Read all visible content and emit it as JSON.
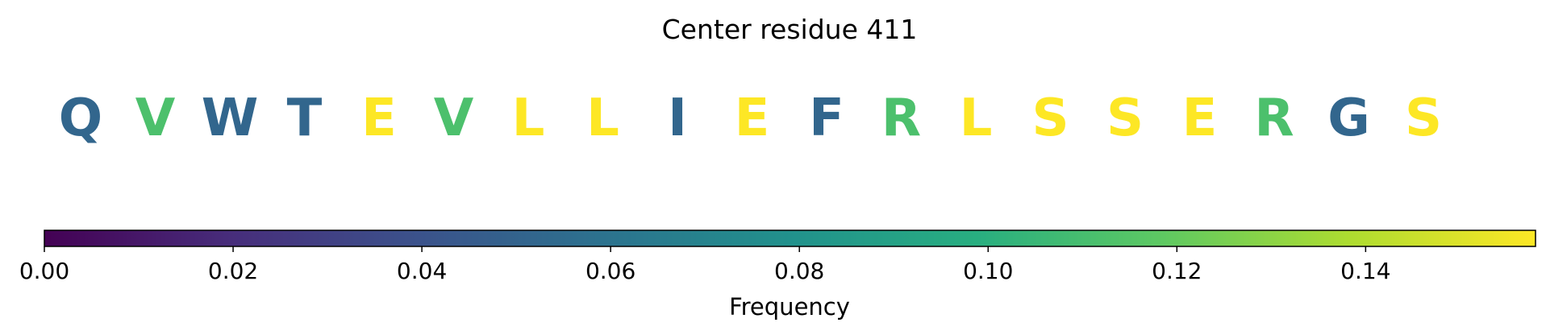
{
  "chart_data": {
    "type": "sequence-logo",
    "title": "Center residue 411",
    "residues": [
      {
        "letter": "Q",
        "frequency": 0.052
      },
      {
        "letter": "V",
        "frequency": 0.112
      },
      {
        "letter": "W",
        "frequency": 0.052
      },
      {
        "letter": "T",
        "frequency": 0.052
      },
      {
        "letter": "E",
        "frequency": 0.158
      },
      {
        "letter": "V",
        "frequency": 0.112
      },
      {
        "letter": "L",
        "frequency": 0.158
      },
      {
        "letter": "L",
        "frequency": 0.158
      },
      {
        "letter": "I",
        "frequency": 0.052
      },
      {
        "letter": "E",
        "frequency": 0.158
      },
      {
        "letter": "F",
        "frequency": 0.052
      },
      {
        "letter": "R",
        "frequency": 0.112
      },
      {
        "letter": "L",
        "frequency": 0.158
      },
      {
        "letter": "S",
        "frequency": 0.158
      },
      {
        "letter": "S",
        "frequency": 0.158
      },
      {
        "letter": "E",
        "frequency": 0.158
      },
      {
        "letter": "R",
        "frequency": 0.112
      },
      {
        "letter": "G",
        "frequency": 0.052
      },
      {
        "letter": "S",
        "frequency": 0.158
      }
    ],
    "colorbar": {
      "colormap": "viridis",
      "range": [
        0,
        0.158
      ],
      "ticks": [
        0.0,
        0.02,
        0.04,
        0.06,
        0.08,
        0.1,
        0.12,
        0.14
      ],
      "tick_labels": [
        "0.00",
        "0.02",
        "0.04",
        "0.06",
        "0.08",
        "0.10",
        "0.12",
        "0.14"
      ],
      "label": "Frequency"
    }
  }
}
